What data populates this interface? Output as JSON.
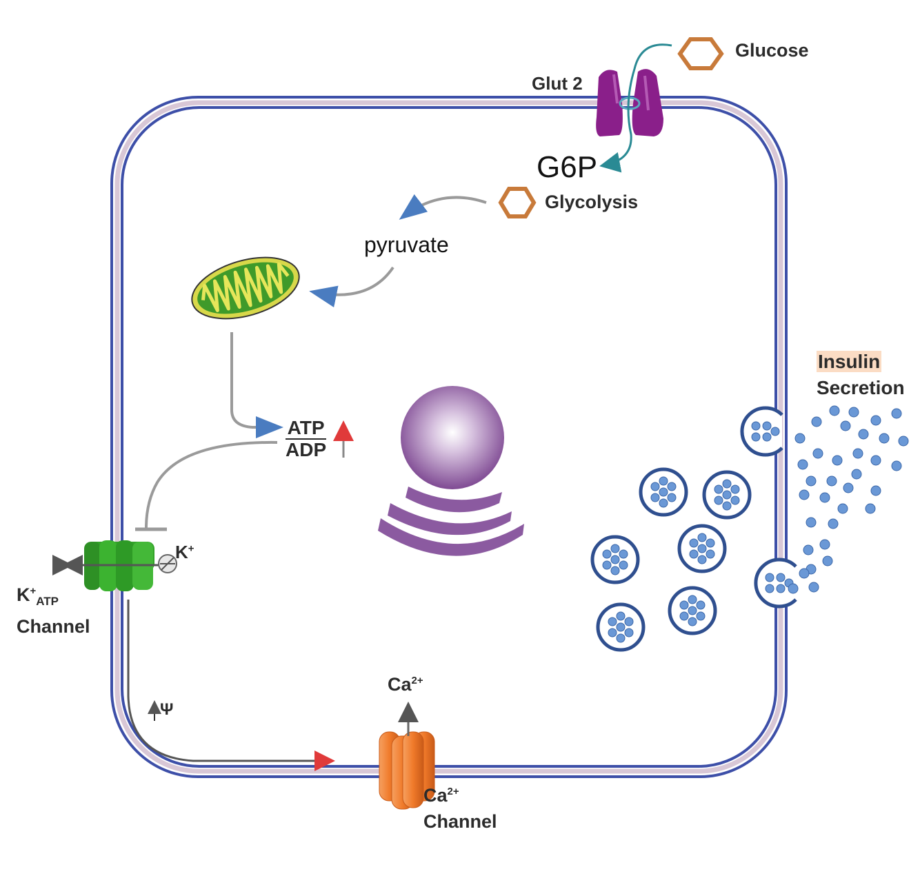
{
  "diagram": {
    "labels": {
      "glucose": "Glucose",
      "glut2": "Glut 2",
      "g6p": "G6P",
      "glycolysis": "Glycolysis",
      "pyruvate": "pyruvate",
      "atp": "ATP",
      "adp": "ADP",
      "insulin_line1": "Insulin",
      "insulin_line2": "Secretion",
      "katp_k": "K",
      "katp_plus": "+",
      "katp_sub": "ATP",
      "katp_channel": "Channel",
      "k_plus": "K",
      "k_plus_sup": "+",
      "psi": "Ψ",
      "ca_top": "Ca",
      "ca_top_sup": "2+",
      "ca_channel_ca": "Ca",
      "ca_channel_sup": "2+",
      "ca_channel": "Channel"
    },
    "colors": {
      "membrane": "#3d4fa8",
      "membrane_inner": "#c9b9c9",
      "glucose_ring": "#c87a3a",
      "glut2": "#8a1f8a",
      "mitochondrion_outer": "#d8d84a",
      "mitochondrion_inner": "#3f9a2a",
      "katp_channel": "#33a329",
      "ca_channel": "#f07a2a",
      "nucleus": "#8b5aa0",
      "vesicle": "#4d7fc2",
      "arrow_gray": "#8f8f8f",
      "arrow_teal": "#2a8a94",
      "arrow_red": "#e03a3a"
    }
  }
}
